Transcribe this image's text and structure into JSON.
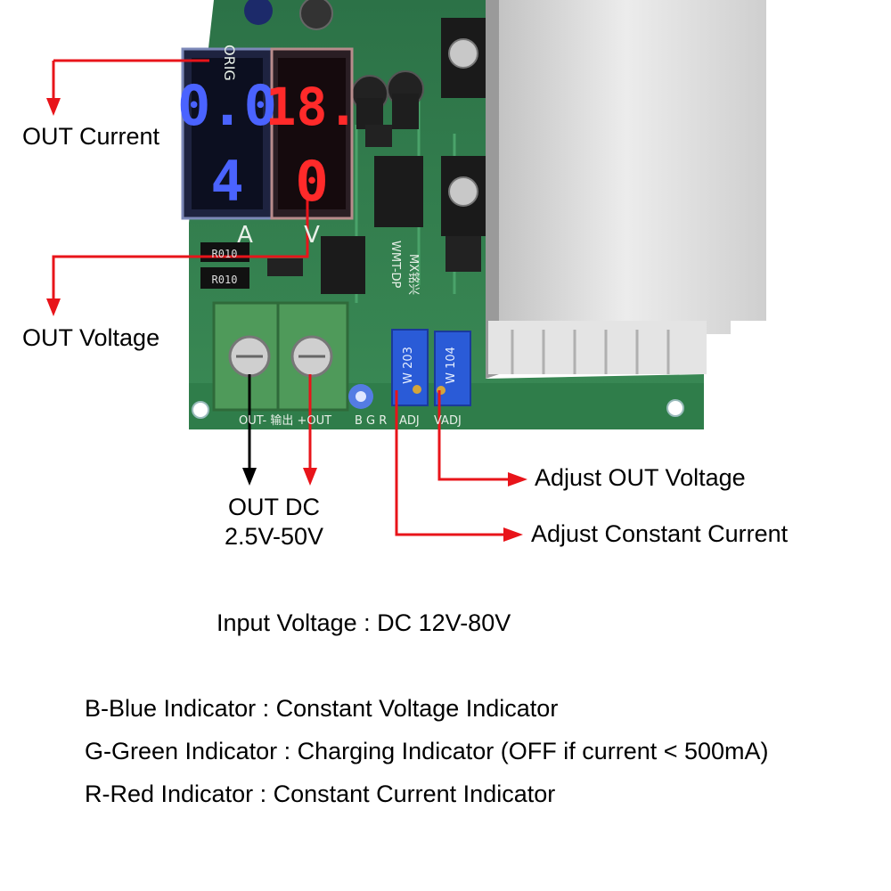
{
  "board": {
    "display_current": {
      "top": "0.0",
      "bottom": "4",
      "unit": "A"
    },
    "display_voltage": {
      "top": "18.",
      "bottom": "0",
      "unit": "V"
    },
    "silkscreen": {
      "terminals": "OUT-  输出  +OUT",
      "indicators": "B  G  R",
      "adj_current": "ADJ",
      "adj_voltage": "VADJ",
      "pot_current": "W 203",
      "pot_voltage": "W 104",
      "resistor_1": "R010",
      "resistor_2": "R010",
      "model": "WMT-DP",
      "brand": "MX铭兴",
      "orig": "ORIG"
    }
  },
  "callouts": {
    "out_current": "OUT Current",
    "out_voltage": "OUT Voltage",
    "out_dc_line1": "OUT DC",
    "out_dc_line2": "2.5V-50V",
    "adjust_voltage": "Adjust OUT Voltage",
    "adjust_current": "Adjust Constant Current"
  },
  "input_voltage": "Input Voltage : DC 12V-80V",
  "legend": [
    "B-Blue Indicator : Constant Voltage Indicator",
    "G-Green Indicator : Charging Indicator (OFF if current < 500mA)",
    "R-Red Indicator : Constant Current Indicator"
  ],
  "colors": {
    "arrow_red": "#e8141a",
    "arrow_black": "#000000",
    "pcb_green": "#2f7d4a",
    "terminal_green": "#4f9a5a",
    "display_blue": "#3a56ff",
    "display_red": "#ff2a2a",
    "pot_blue": "#2a5bd7",
    "heatsink": "#d8d8d8"
  }
}
